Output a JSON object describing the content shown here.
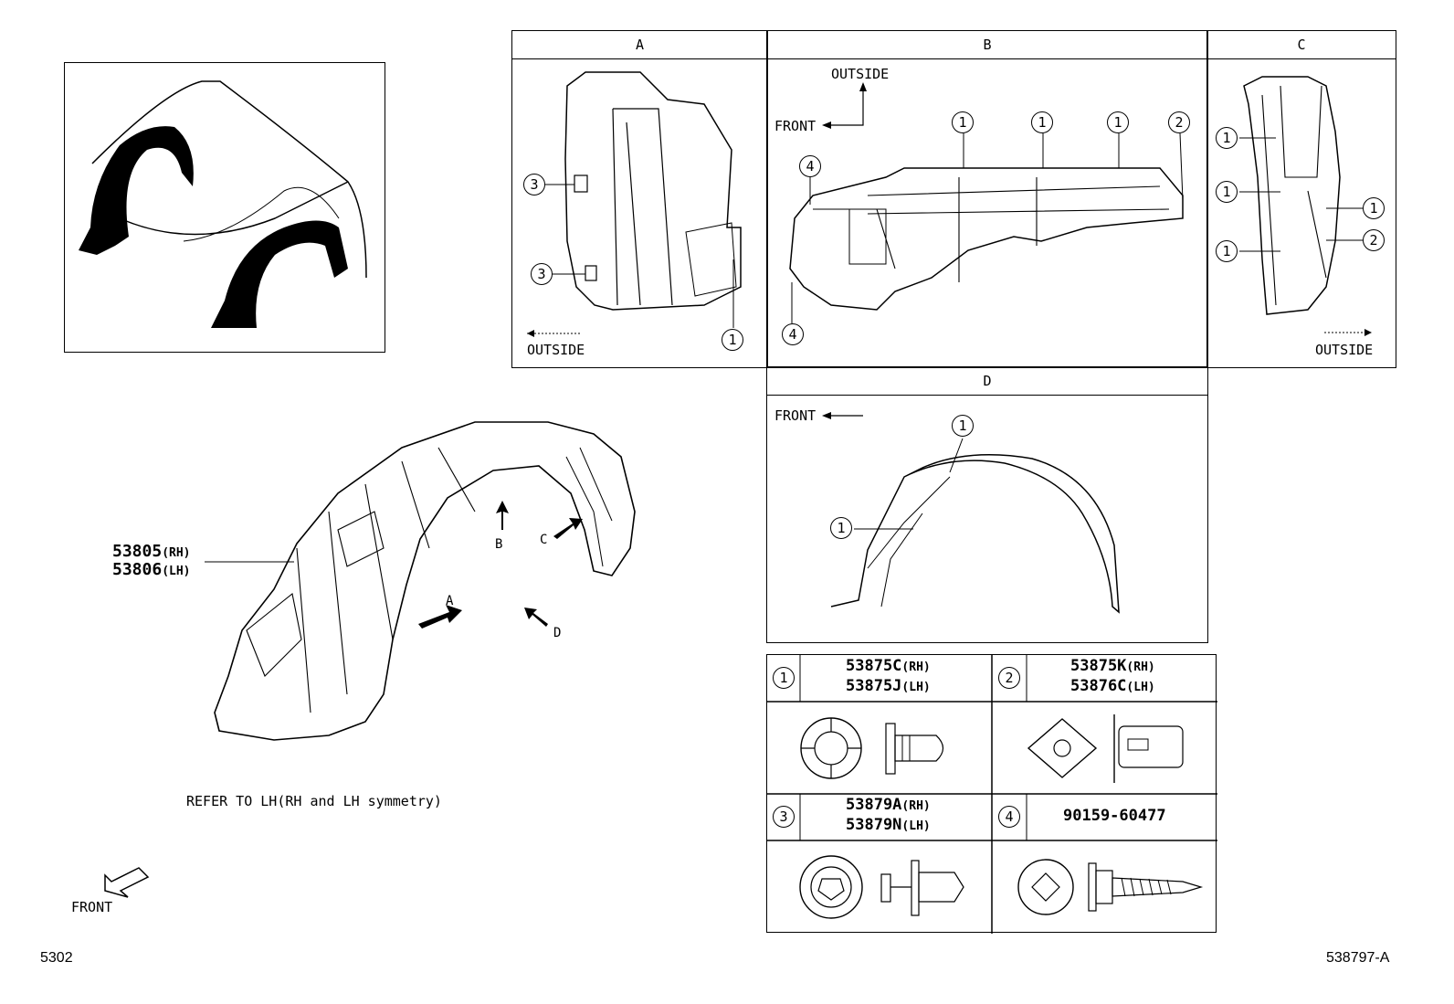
{
  "views": {
    "A": {
      "title": "A",
      "outside": "OUTSIDE"
    },
    "B": {
      "title": "B",
      "outside": "OUTSIDE",
      "front": "FRONT"
    },
    "C": {
      "title": "C",
      "outside": "OUTSIDE"
    },
    "D": {
      "title": "D",
      "front": "FRONT"
    }
  },
  "callouts": {
    "one": "1",
    "two": "2",
    "three": "3",
    "four": "4"
  },
  "main_part": {
    "rh_number": "53805",
    "rh_side": "(RH)",
    "lh_number": "53806",
    "lh_side": "(LH)"
  },
  "arrows": {
    "a": "A",
    "b": "B",
    "c": "C",
    "d": "D"
  },
  "note": "REFER TO LH(RH and LH symmetry)",
  "front_label": "FRONT",
  "legend": [
    {
      "num": "1",
      "rh": "53875C",
      "rh_side": "(RH)",
      "lh": "53875J",
      "lh_side": "(LH)"
    },
    {
      "num": "2",
      "rh": "53875K",
      "rh_side": "(RH)",
      "lh": "53876C",
      "lh_side": "(LH)"
    },
    {
      "num": "3",
      "rh": "53879A",
      "rh_side": "(RH)",
      "lh": "53879N",
      "lh_side": "(LH)"
    },
    {
      "num": "4",
      "part": "90159-60477"
    }
  ],
  "page_code_left": "5302",
  "page_code_right": "538797-A"
}
